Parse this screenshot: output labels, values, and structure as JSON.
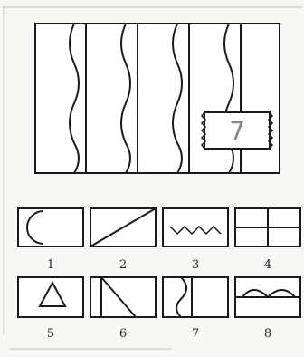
{
  "puzzle": {
    "missing_piece_label": "7",
    "options": [
      {
        "label": "1",
        "shape": "semicircle-arc"
      },
      {
        "label": "2",
        "shape": "diagonal-line"
      },
      {
        "label": "3",
        "shape": "zigzag-line"
      },
      {
        "label": "4",
        "shape": "cross"
      },
      {
        "label": "5",
        "shape": "triangle"
      },
      {
        "label": "6",
        "shape": "vertical-and-diagonal"
      },
      {
        "label": "7",
        "shape": "vertical-line-with-arcs"
      },
      {
        "label": "8",
        "shape": "double-arc"
      }
    ]
  },
  "colors": {
    "ink": "#1a1a1a",
    "paper": "#ffffff",
    "background": "#f7f7f5",
    "handwriting": "#888888"
  }
}
